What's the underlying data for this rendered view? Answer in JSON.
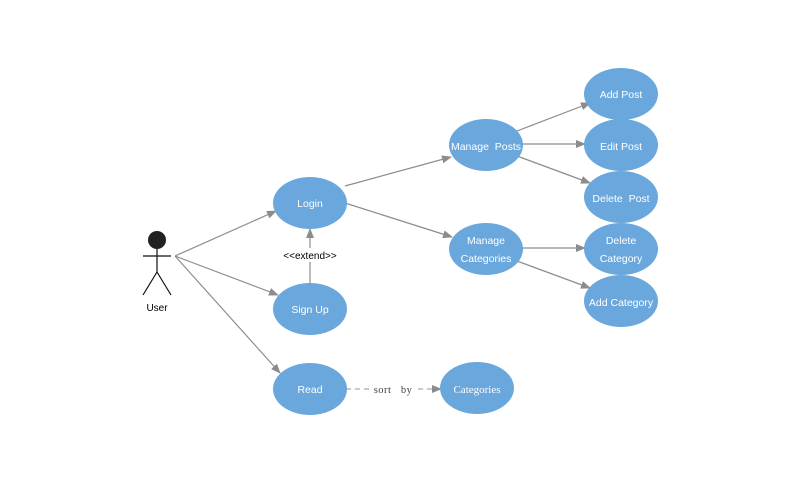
{
  "actor": {
    "label": "User"
  },
  "nodes": {
    "login": "Login",
    "signup": "Sign Up",
    "read": "Read",
    "categories": "Categories",
    "manage_posts": "Manage  Posts",
    "manage_categories_line1": "Manage",
    "manage_categories_line2": "Categories",
    "add_post": "Add Post",
    "edit_post": "Edit Post",
    "delete_post": "Delete  Post",
    "delete_category_line1": "Delete",
    "delete_category_line2": "Category",
    "add_category": "Add Category"
  },
  "edge_labels": {
    "extend": "<<extend>>",
    "sort_by": "sort   by"
  },
  "colors": {
    "node_fill": "#6aa7dc",
    "edge": "#8c8c8c"
  }
}
